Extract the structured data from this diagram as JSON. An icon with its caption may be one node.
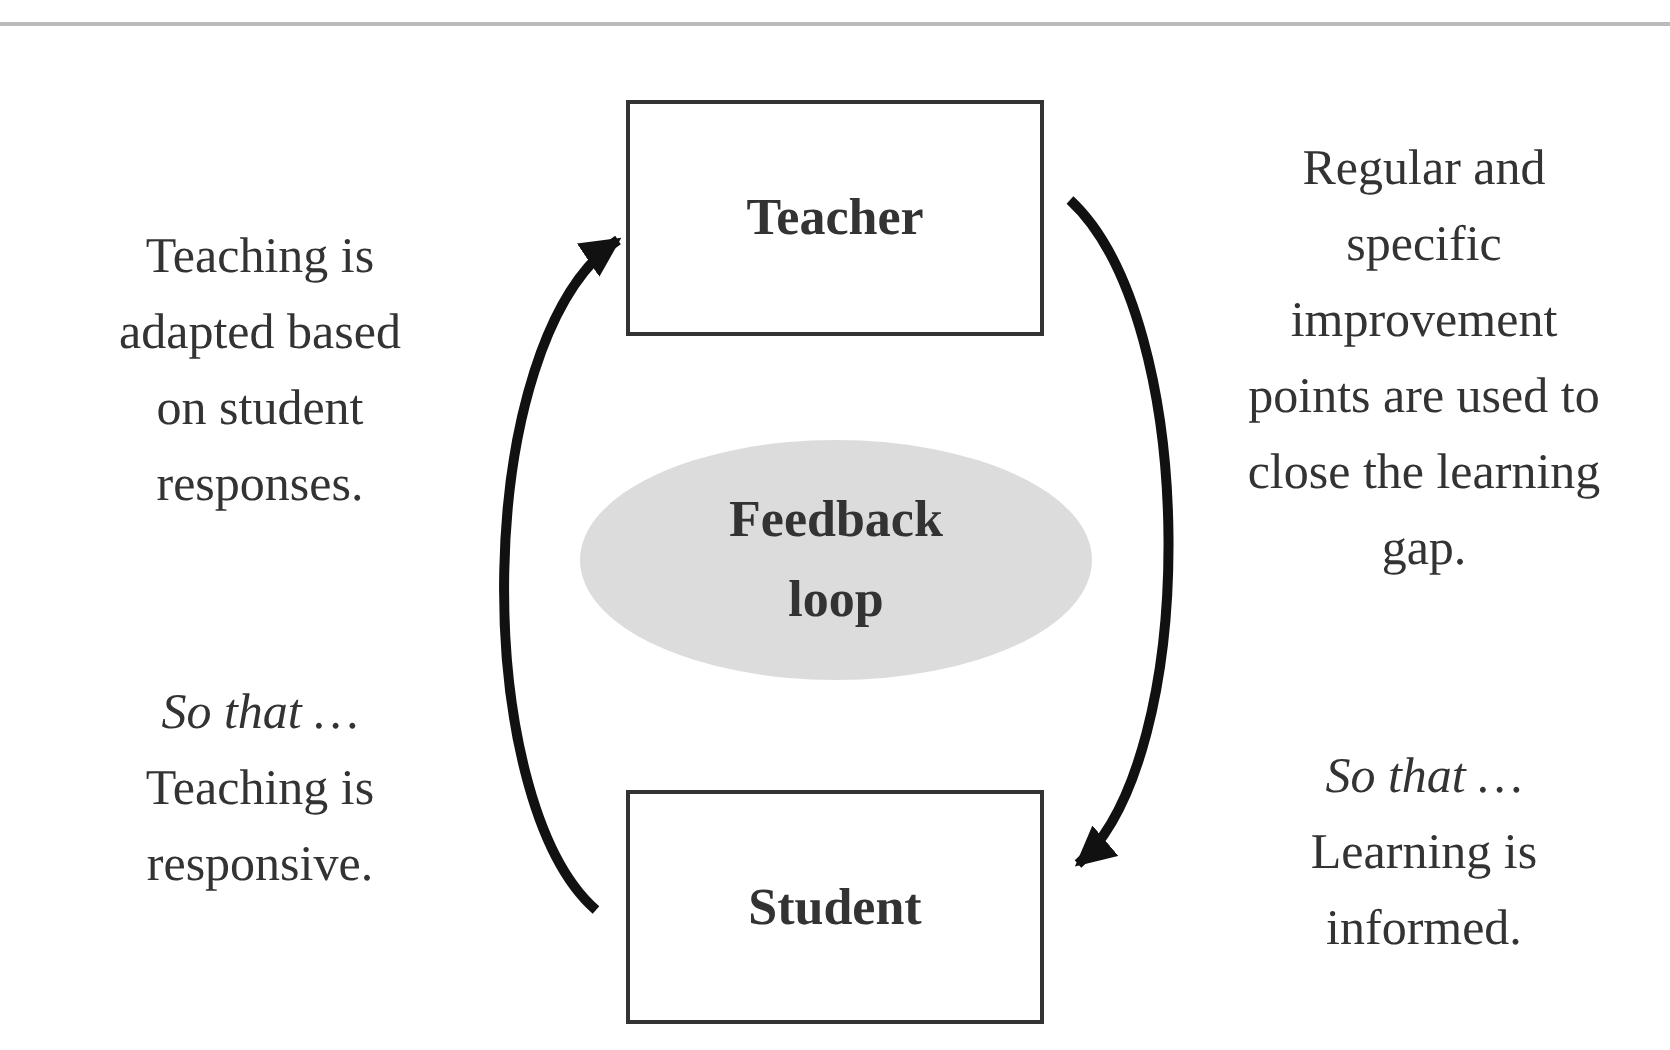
{
  "diagram": {
    "nodes": [
      {
        "text": [
          "Teacher"
        ]
      },
      {
        "text": [
          "Feedback loop"
        ]
      },
      {
        "text": [
          "Student"
        ]
      }
    ],
    "edges": [
      {
        "from": 0,
        "to": 2,
        "arrow": "to"
      },
      {
        "from": 2,
        "to": 0,
        "arrow": "to"
      }
    ],
    "labels": [
      "Teaching is adapted based on student responses.",
      "So that …",
      "Teaching is responsive.",
      "Regular and specific improvement points are used to close the learning gap.",
      "So that …",
      "Learning is informed."
    ]
  }
}
